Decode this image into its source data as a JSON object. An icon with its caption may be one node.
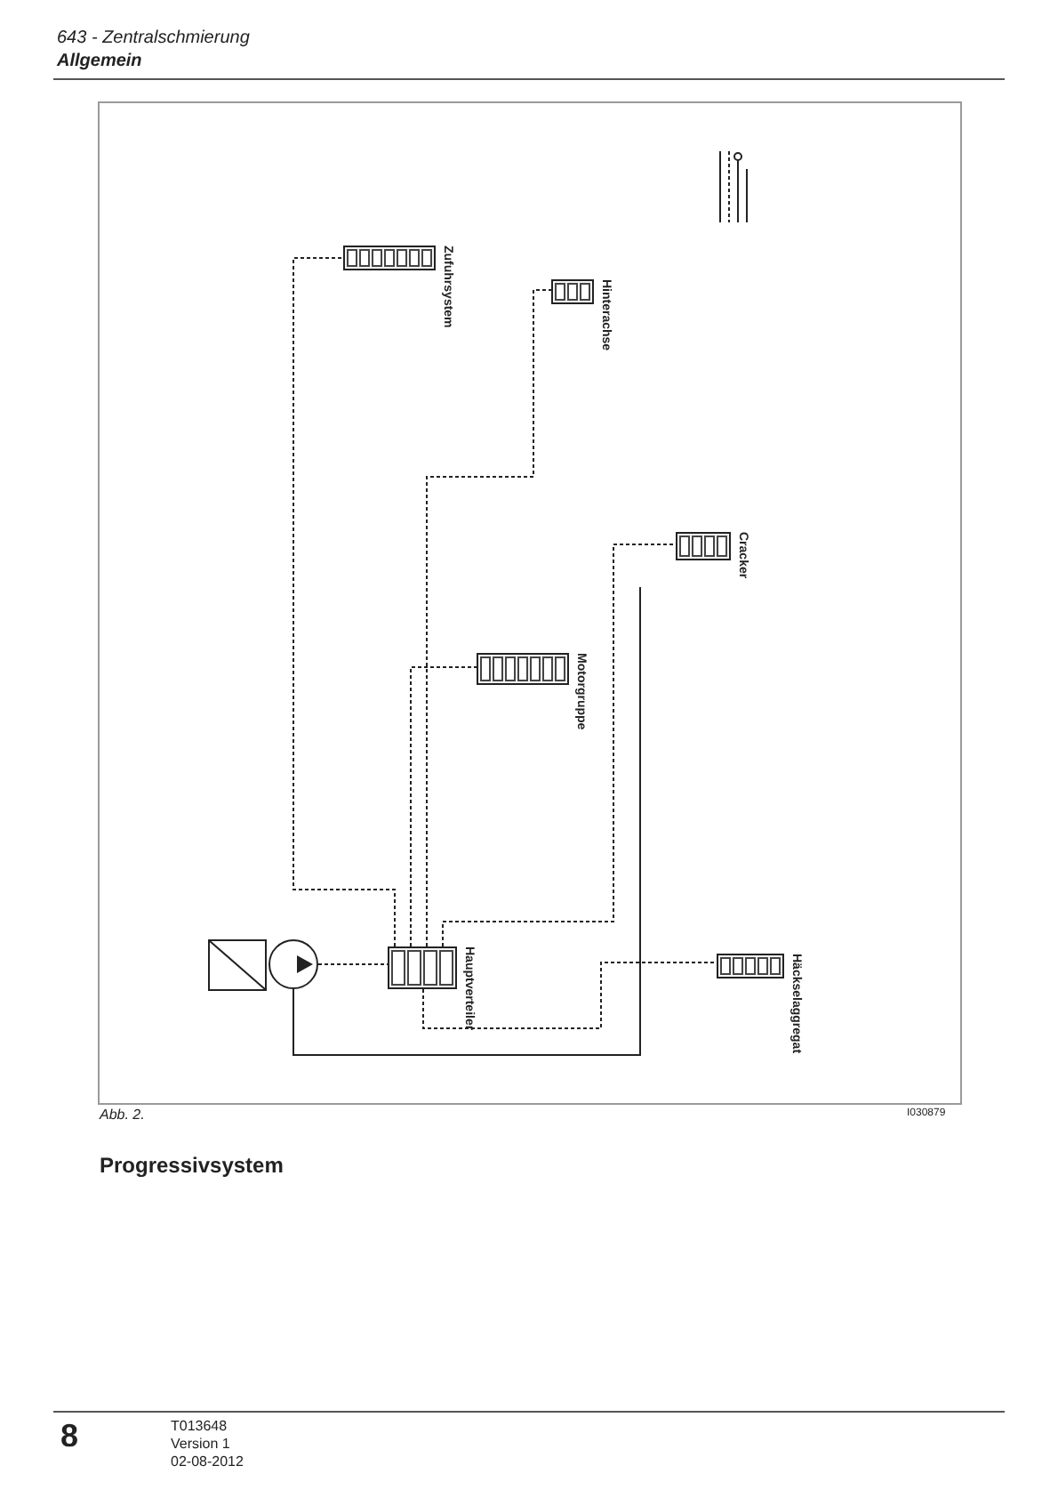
{
  "diagram": {
    "nodes": [
      {
        "text": [
          "Zufuhrsystem"
        ]
      },
      {
        "text": [
          "Hinterachse"
        ]
      },
      {
        "text": [
          "Cracker"
        ]
      },
      {
        "text": [
          "Motorgruppe"
        ]
      },
      {
        "text": [],
        "shape": "box"
      },
      {
        "text": [],
        "shape": "circle"
      },
      {
        "text": [
          "Hauptverteiler"
        ]
      },
      {
        "text": [
          "Häckselaggregat"
        ]
      }
    ],
    "edges": [
      {
        "from": 5,
        "to": 6,
        "arrow": "none",
        "style": "dashed"
      },
      {
        "from": 6,
        "to": 0,
        "arrow": "none",
        "style": "dashed"
      },
      {
        "from": 6,
        "to": 3,
        "arrow": "none",
        "style": "dashed"
      },
      {
        "from": 6,
        "to": 1,
        "arrow": "none",
        "style": "dashed"
      },
      {
        "from": 6,
        "to": 2,
        "arrow": "none",
        "style": "dashed"
      },
      {
        "from": 6,
        "to": 7,
        "arrow": "none",
        "style": "dashed"
      },
      {
        "from": 5,
        "to": null,
        "arrow": "none"
      }
    ],
    "labels": [
      "643 - Zentralschmierung",
      "Allgemein",
      "Abb. 2.",
      "I030879",
      "Progressivsystem",
      "8",
      "T013648",
      "Version 1",
      "02-08-2012"
    ]
  }
}
